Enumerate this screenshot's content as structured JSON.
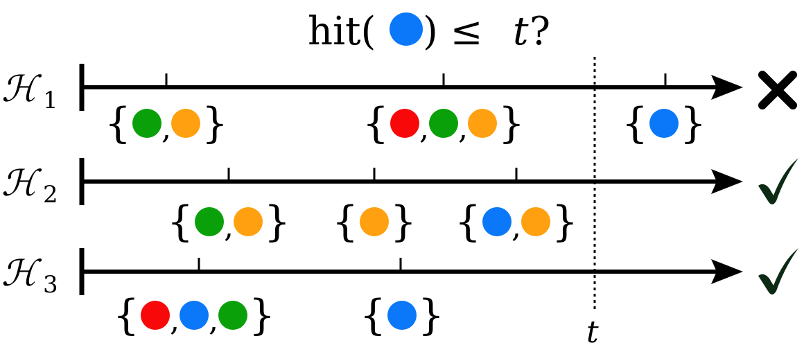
{
  "title": {
    "prefix": "hit(",
    "suffix": ") ≤ ",
    "variable": "t",
    "question": "?",
    "dot_color": "blue"
  },
  "colors": {
    "green": "#0aa00a",
    "orange": "#ffa010",
    "red": "#f80808",
    "blue": "#0a78f8",
    "axis": "#000000",
    "check": "#0d2a14",
    "cross": "#000000"
  },
  "threshold_label": "t",
  "histories": [
    {
      "label_main": "ℋ",
      "label_sub": "1",
      "outcome": "cross",
      "outcome_icon": "cross-icon",
      "events": [
        {
          "dots": [
            "green",
            "orange"
          ]
        },
        {
          "dots": [
            "red",
            "green",
            "orange"
          ]
        },
        {
          "dots": [
            "blue"
          ]
        }
      ]
    },
    {
      "label_main": "ℋ",
      "label_sub": "2",
      "outcome": "check",
      "outcome_icon": "check-icon",
      "events": [
        {
          "dots": [
            "green",
            "orange"
          ]
        },
        {
          "dots": [
            "orange"
          ]
        },
        {
          "dots": [
            "blue",
            "orange"
          ]
        }
      ]
    },
    {
      "label_main": "ℋ",
      "label_sub": "3",
      "outcome": "check",
      "outcome_icon": "check-icon",
      "events": [
        {
          "dots": [
            "red",
            "blue",
            "green"
          ]
        },
        {
          "dots": [
            "blue"
          ]
        }
      ]
    }
  ]
}
